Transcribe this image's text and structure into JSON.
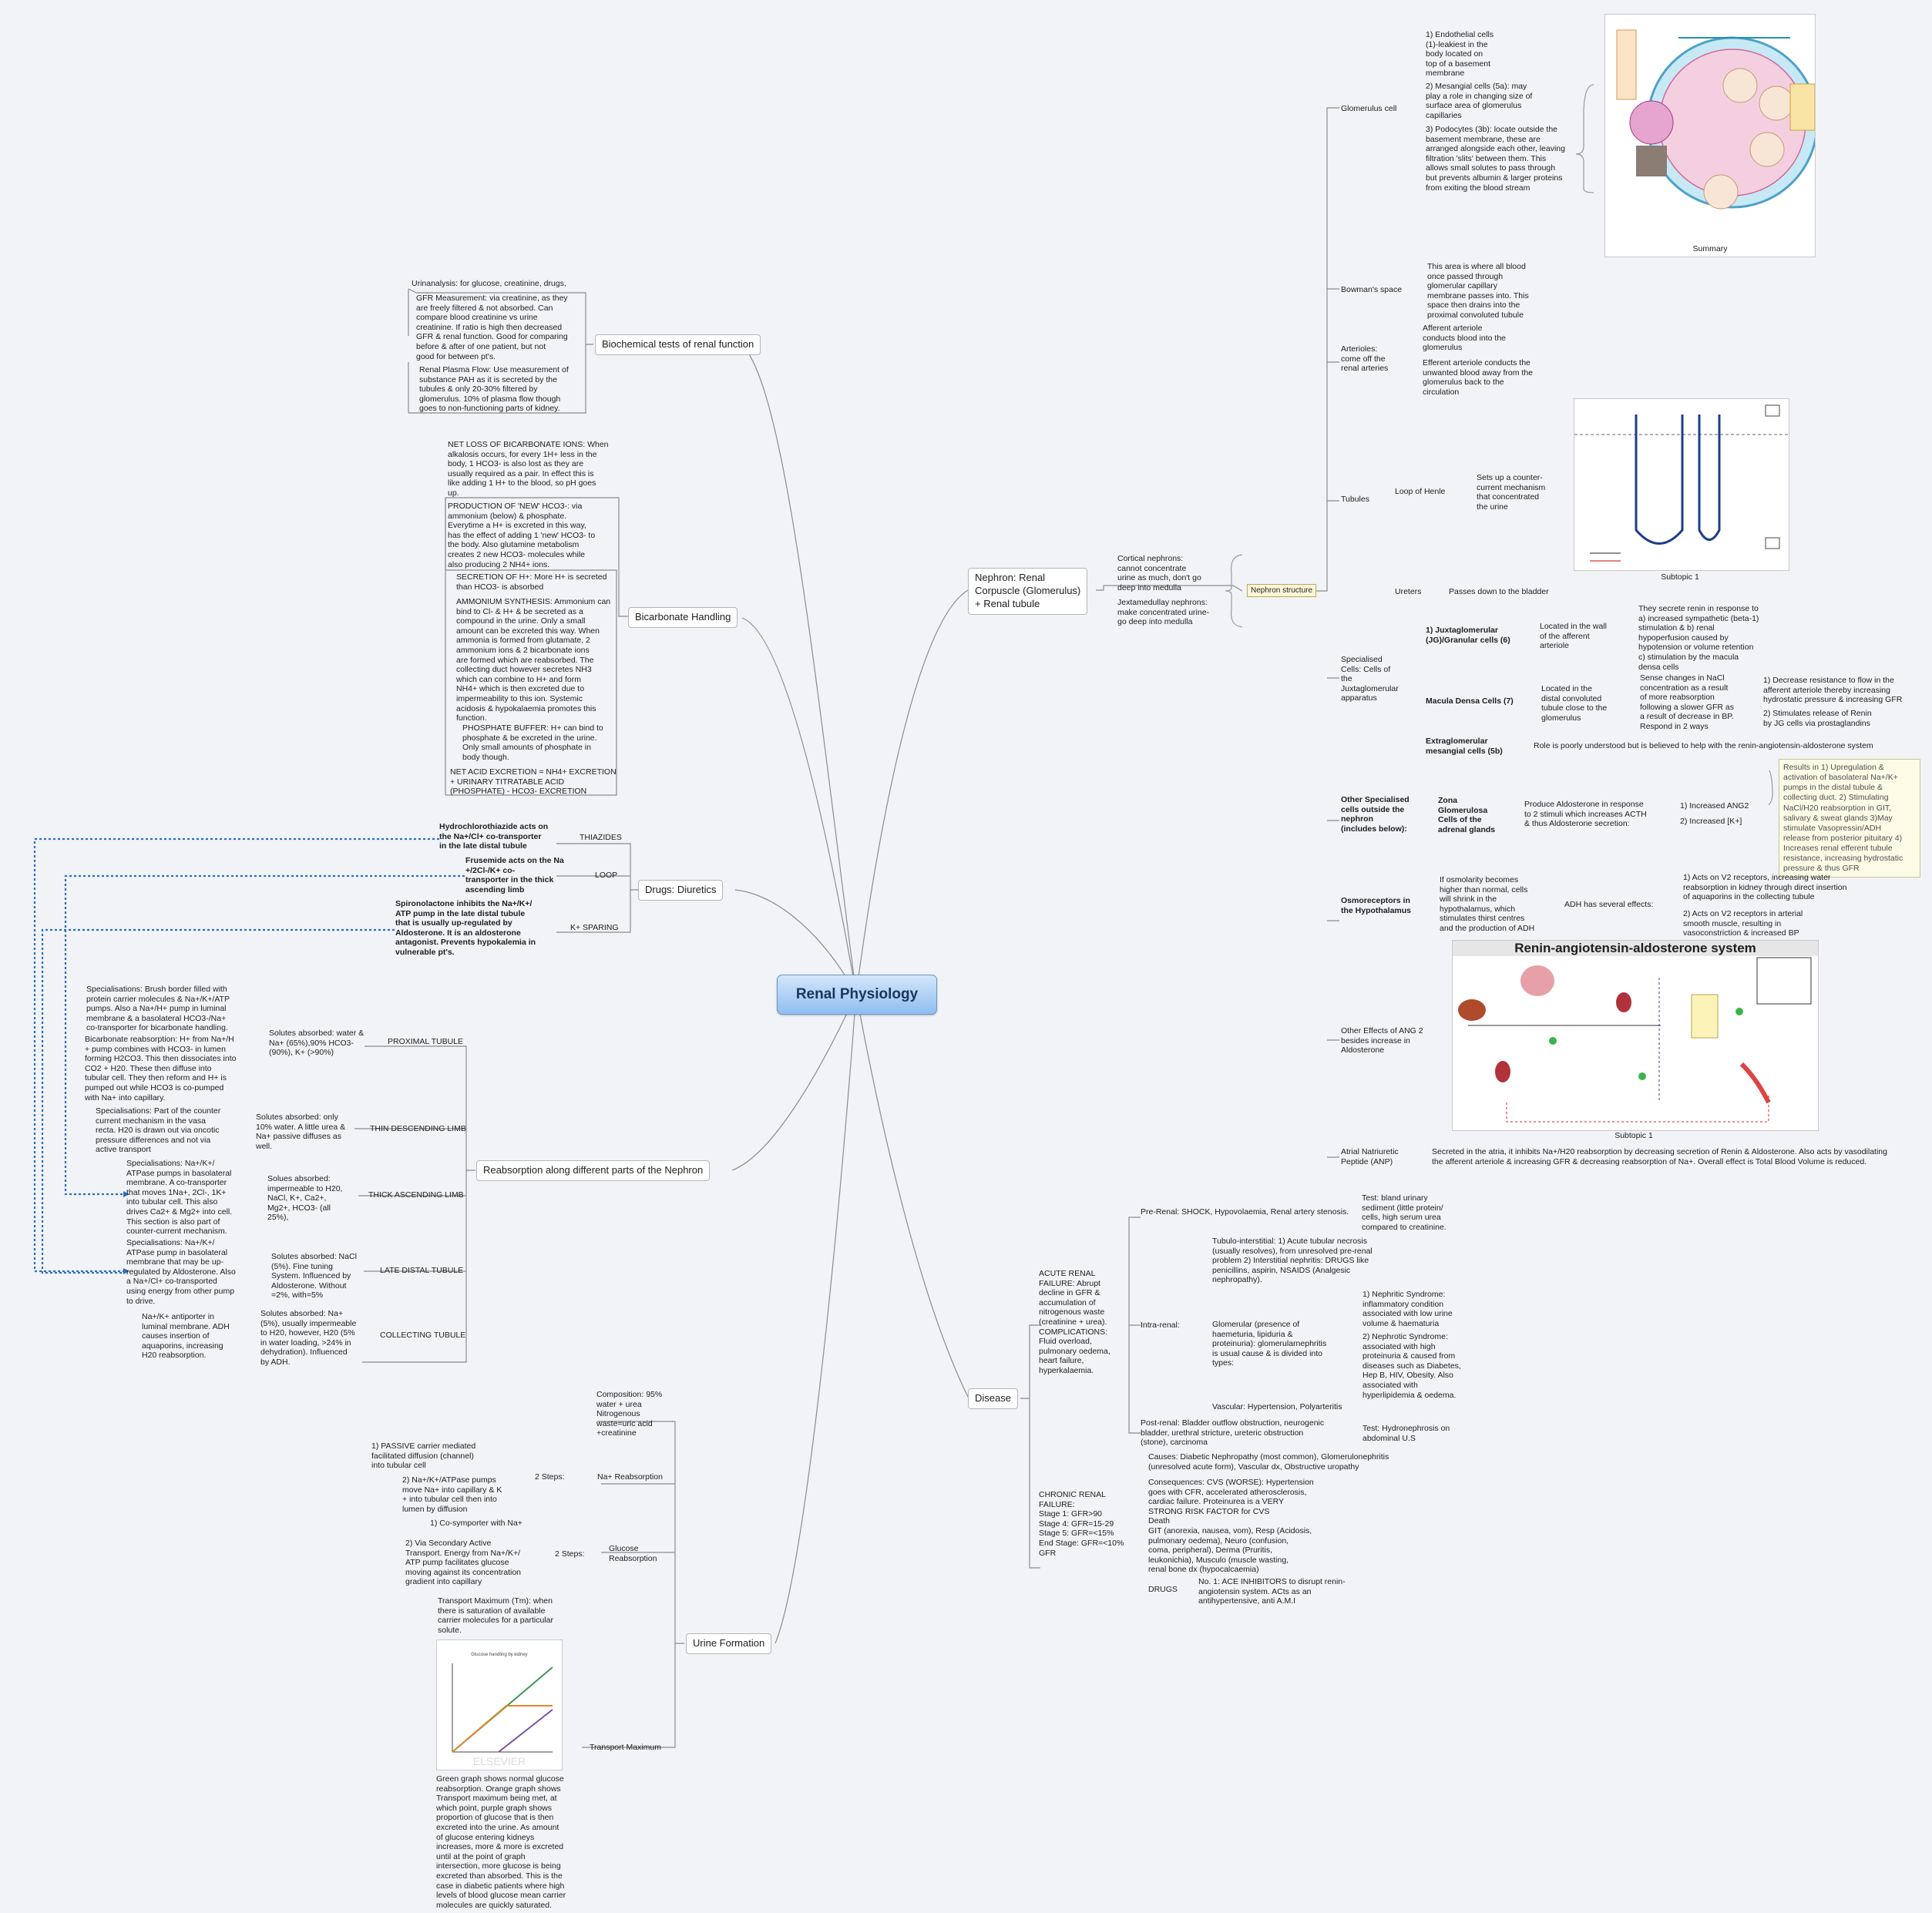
{
  "root": "Renal Physiology",
  "branches": {
    "biochem": "Biochemical tests of renal function",
    "bicarb": "Bicarbonate Handling",
    "diuretics": "Drugs: Diuretics",
    "reabs": "Reabsorption along different parts of the Nephron",
    "urine": "Urine Formation",
    "nephron": "Nephron: Renal\nCorpuscle (Glomerulus)\n+ Renal tubule",
    "disease": "Disease"
  },
  "biochem": {
    "urinalysis": "Urinanalysis: for glucose, creatinine, drugs,",
    "gfr": "GFR Measurement: via creatinine, as they\nare freely filtered & not absorbed. Can\ncompare blood creatinine vs urine\ncreatinine. If ratio is high then decreased\nGFR & renal function. Good for comparing\nbefore & after of one patient, but not\ngood for between pt's.",
    "rpf": "Renal Plasma Flow: Use measurement of\nsubstance PAH as it is secreted by the\ntubules & only 20-30% filtered by\nglomerulus. 10% of plasma flow though\ngoes to non-functioning parts of kidney."
  },
  "bicarb": {
    "loss": "NET LOSS OF BICARBONATE IONS: When\nalkalosis occurs, for every 1H+ less in the\nbody, 1 HCO3- is also lost as they are\nusually required as a pair. In effect this is\nlike adding 1 H+ to the blood, so pH goes\nup.",
    "prod": "PRODUCTION OF 'NEW' HCO3-: via\nammonium (below) & phosphate.\nEverytime a H+ is excreted in this way,\nhas the effect of adding 1 'new' HCO3- to\nthe body. Also glutamine metabolism\ncreates 2 new HCO3- molecules while\nalso producing 2 NH4+ ions.",
    "secr": "SECRETION OF H+: More H+ is secreted\nthan HCO3- is absorbed",
    "ammon": "AMMONIUM SYNTHESIS: Ammonium can\nbind to Cl- & H+ & be secreted as a\ncompound in the urine. Only a small\namount can be excreted this way. When\nammonia is formed from glutamate, 2\nammonium ions & 2 bicarbonate ions\nare formed which are reabsorbed. The\ncollecting duct however secretes NH3\nwhich can combine to H+ and form\nNH4+ which is then excreted due to\nimpermeability to this ion. Systemic\nacidosis & hypokalaemia promotes this\nfunction.",
    "phos": "PHOSPHATE BUFFER: H+ can bind to\nphosphate & be excreted in the urine.\nOnly small amounts of phosphate in\nbody though.",
    "net": "NET ACID EXCRETION = NH4+ EXCRETION\n+ URINARY TITRATABLE ACID\n(PHOSPHATE) - HCO3- EXCRETION"
  },
  "diuretics": {
    "thiazides": "THIAZIDES",
    "thiazides_d": "Hydrochlorothiazide acts on\nthe Na+/Cl+ co-transporter\nin the late distal tubule",
    "loop": "LOOP",
    "loop_d": "Frusemide acts on the Na\n+/2Cl-/K+ co-\ntransporter in the thick\nascending limb",
    "ksp": "K+ SPARING",
    "ksp_d": "Spironolactone inhibits the Na+/K+/\nATP pump in the late distal tubule\nthat is usually up-regulated by\nAldosterone. It is an aldosterone\nantagonist. Prevents hypokalemia in\nvulnerable pt's."
  },
  "reabs": {
    "pt": "PROXIMAL TUBULE",
    "pt_s": "Solutes absorbed: water &\nNa+ (65%),90% HCO3-\n(90%), K+ (>90%)",
    "pt_1": "Specialisations: Brush border filled with\nprotein carrier molecules & Na+/K+/ATP\npumps. Also a Na+/H+ pump in luminal\nmembrane & a basolateral HCO3-/Na+\nco-transporter for bicarbonate handling.",
    "pt_2": "Bicarbonate reabsorption: H+ from Na+/H\n+ pump combines with HCO3- in lumen\nforming H2CO3. This then dissociates into\nCO2 + H20. These then diffuse into\ntubular cell. They then reform and H+ is\npumped out while HCO3 is co-pumped\nwith Na+ into capillary.",
    "tdl": "THIN DESCENDING LIMB",
    "tdl_s": "Solutes absorbed: only\n10% water. A little urea &\nNa+ passive diffuses as\nwell.",
    "tdl_1": "Specialisations: Part of the counter\ncurrent mechanism in the vasa\nrecta. H20 is drawn out via oncotic\npressure differences and not via\nactive transport",
    "tal": "THICK ASCENDING LIMB",
    "tal_s": "Solues absorbed:\nimpermeable to H20,\nNaCl, K+, Ca2+,\nMg2+, HCO3- (all\n25%),",
    "tal_1": "Specialisations: Na+/K+/\nATPase pumps in basolateral\nmembrane. A co-transporter\nthat moves 1Na+, 2Cl-, 1K+\ninto tubular cell. This also\ndrives Ca2+ & Mg2+ into cell.\nThis section is also part of\ncounter-current mechanism.",
    "ldt": "LATE DISTAL TUBULE",
    "ldt_s": "Solutes absorbed: NaCl\n(5%). Fine tuning\nSystem. Influenced by\nAldosterone. Without\n=2%, with=5%",
    "ldt_1": "Specialisations: Na+/K+/\nATPase pump in basolateral\nmembrane that may be up-\nregulated by Aldosterone. Also\na Na+/Cl+ co-transported\nusing energy from other pump\nto drive.",
    "cd": "COLLECTING TUBULE",
    "cd_s": "Solutes absorbed: Na+\n(5%), usually impermeable\nto H20, however, H20 (5%\nin water loading, >24% in\ndehydration). Influenced\nby ADH.",
    "cd_1": "Na+/K+ antiporter in\nluminal membrane. ADH\ncauses insertion of\naquaporins, increasing\nH20 reabsorption."
  },
  "urine": {
    "comp": "Composition: 95%\nwater + urea\nNitrogenous\nwaste=uric acid\n+creatinine",
    "na": "Na+ Reabsorption",
    "steps": "2 Steps:",
    "na_1": "1) PASSIVE carrier mediated\nfacilitated diffusion (channel)\ninto tubular cell",
    "na_2": "2) Na+/K+/ATPase pumps\nmove Na+ into capillary & K\n+ into tubular cell then into\nlumen by diffusion",
    "glu": "Glucose\nReabsorption",
    "glu_1": "1) Co-symporter with Na+",
    "glu_2": "2) Via Secondary Active\nTransport. Energy from Na+/K+/\nATP pump facilitates glucose\nmoving against its concentration\ngradient into capillary",
    "tm": "Transport Maximum",
    "tm_1": "Transport Maximum (Tm): when\nthere is saturation of available\ncarrier molecules for a particular\nsolute.",
    "tm_2": "Green graph shows normal glucose\nreabsorption. Orange graph shows\nTransport maximum being met, at\nwhich point, purple graph shows\nproportion of glucose that is then\nexcreted into the urine. As amount\nof glucose entering kidneys\nincreases, more & more is excreted\nuntil at the point of graph\nintersection, more glucose is being\nexcreted than absorbed. This is the\ncase in diabetic patients where high\nlevels of blood glucose mean carrier\nmolecules are quickly saturated.",
    "graph_title": "Glucose handling by kidney",
    "graph_watermark": "ELSEVIER"
  },
  "nephron": {
    "cortical": "Cortical nephrons:\ncannot concentrate\nurine as much, don't go\ndeep into medulla",
    "juxta": "Jextamedullay nephrons:\nmake concentrated urine-\ngo deep into medulla",
    "structure": "Nephron structure",
    "glom_cell": "Glomerulus cell",
    "glom_1": "1) Endothelial cells\n(1)-leakiest in the\nbody located on\ntop of a basement\nmembrane",
    "glom_2": "2) Mesangial cells (5a): may\nplay a role in changing size of\nsurface area of glomerulus\ncapillaries",
    "glom_3": "3) Podocytes (3b): locate outside the\nbasement membrane, these are\narranged alongside each other, leaving\nfiltration 'slits' between them. This\nallows small solutes to pass through\nbut prevents albumin & larger proteins\nfrom exiting the blood stream",
    "summary": "Summary",
    "bowman": "Bowman's space",
    "bowman_1": "This area is where all blood\nonce passed through\nglomerular capillary\nmembrane passes into. This\nspace then drains into the\nproximal convoluted tubule",
    "arterioles": "Arterioles:\ncome off the\nrenal arteries",
    "aff": "Afferent arteriole\nconducts blood into the\nglomerulus",
    "eff": "Efferent arteriole conducts the\nunwanted blood away from the\nglomerulus back to the\ncirculation",
    "tubules": "Tubules",
    "loop": "Loop of Henle",
    "loop_1": "Sets up a counter-\ncurrent mechanism\nthat concentrated\nthe urine",
    "subtopic": "Subtopic 1",
    "ureters": "Ureters",
    "ureters_1": "Passes down to the bladder",
    "jga": "Specialised\nCells: Cells of\nthe\nJuxtaglomerular\napparatus",
    "jg": "1) Juxtaglomerular\n(JG)/Granular cells (6)",
    "jg_1": "Located in the wall\nof the afferent\narteriole",
    "jg_2": "They secrete renin in response to\na) increased sympathetic (beta-1)\nstimulation & b) renal\nhypoperfusion caused by\nhypotension or volume retention\nc) stimulation by the macula\ndensa cells",
    "md": "Macula Densa Cells (7)",
    "md_1": "Located in the\ndistal convoluted\ntubule close to the\nglomerulus",
    "md_2": "Sense changes in NaCl\nconcentration as a result\nof more reabsorption\nfollowing a slower GFR as\na result of decrease in BP.\nRespond in 2 ways",
    "md_3": "1) Decrease resistance to flow in the\nafferent arteriole thereby increasing\nhydrostatic pressure & increasing GFR",
    "md_4": "2) Stimulates release of Renin\nby JG cells via prostaglandins",
    "ext": "Extraglomerular\nmesangial cells (5b)",
    "ext_1": "Role is poorly understood but is believed to help with the renin-angiotensin-aldosterone system",
    "other": "Other Specialised\ncells outside the\nnephron\n(includes below):",
    "zona": "Zona\nGlomerulosa\nCells of the\nadrenal glands",
    "zona_1": "Produce Aldosterone in response\nto 2 stimuli which increases ACTH\n& thus Aldosterone secretion:",
    "zona_2": "1) Increased ANG2",
    "zona_3": "2) Increased [K+]",
    "zona_note": "Results in 1) Upregulation &\nactivation of basolateral Na+/K+\npumps in the distal tubule &\ncollecting duct.  2) Stimulating\nNaCl/H20 reabsorption in GIT,\nsalivary & sweat glands  3)May\nstimulate Vasopressin/ADH\nrelease from posterior pituitary 4)\nIncreases renal efferent tubule\nresistance, increasing hydrostatic\npressure & thus GFR",
    "osmo": "Osmoreceptors in\nthe Hypothalamus",
    "osmo_1": "If osmolarity becomes\nhigher than normal, cells\nwill shrink in the\nhypothalamus, which\nstimulates thirst centres\nand the production of ADH",
    "osmo_2": "ADH has several effects:",
    "osmo_3": "1) Acts on V2 receptors, increasing water\nreabsorption in kidney through direct insertion\nof aquaporins in the collecting tubule",
    "osmo_4": "2) Acts on V2 receptors in arterial\nsmooth muscle, resulting in\nvasoconstriction & increased BP",
    "raas_title": "Renin-angiotensin-aldosterone system",
    "ang2": "Other Effects of ANG 2\nbesides increase in\nAldosterone",
    "anp": "Atrial Natriuretic\nPeptide (ANP)",
    "anp_1": "Secreted in the atria, it inhibits Na+/H20 reabsorption by decreasing secretion of Renin & Aldosterone. Also acts by vasodilating\nthe afferent arteriole & increasing GFR & decreasing reabsorption of Na+. Overall effect is Total Blood Volume is reduced."
  },
  "disease": {
    "arf": "ACUTE RENAL\nFAILURE: Abrupt\ndecline in GFR &\naccumulation of\nnitrogenous waste\n(creatinine + urea).\nCOMPLICATIONS:\nFluid overload,\npulmonary oedema,\nheart failure,\nhyperkalaemia.",
    "pre": "Pre-Renal: SHOCK, Hypovolaemia, Renal artery stenosis.",
    "pre_t": "Test: bland urinary\nsediment (little protein/\ncells, high serum urea\ncompared to creatinine.",
    "intra": "Intra-renal:",
    "tubulo": "Tubulo-interstitial: 1) Acute tubular necrosis\n(usually resolves), from unresolved pre-renal\nproblem  2) Interstitial nephritis: DRUGS like\npenicillins, aspirin, NSAIDS (Analgesic\nnephropathy).",
    "glomer": "Glomerular (presence of\nhaemeturia, lipiduria &\nproteinuria): glomerularnephritis\nis usual cause & is divided into\ntypes:",
    "nephritic": "1) Nephritic Syndrome:\ninflammatory condition\nassociated with low urine\nvolume & haematuria",
    "nephrotic": "2) Nephrotic Syndrome:\nassociated with high\nproteinuria & caused from\ndiseases such as Diabetes,\nHep B, HIV, Obesity. Also\nassociated with\nhyperlipidemia & oedema.",
    "vasc": "Vascular: Hypertension, Polyarteritis",
    "post": "Post-renal: Bladder outflow obstruction, neurogenic\nbladder, urethral stricture, ureteric obstruction\n(stone), carcinoma",
    "post_t": "Test: Hydronephrosis on\nabdominal U.S",
    "crf": "CHRONIC RENAL\nFAILURE:\nStage 1: GFR>90\nStage 4: GFR=15-29\nStage 5: GFR=<15%\nEnd Stage: GFR=<10%\nGFR",
    "causes": "Causes: Diabetic Nephropathy (most common), Glomerulonephritis\n(unresolved acute form), Vascular dx, Obstructive uropathy",
    "conseq": "Consequences: CVS (WORSE): Hypertension\ngoes with CFR, accelerated atherosclerosis,\ncardiac failure. Proteinurea is a VERY\nSTRONG RISK FACTOR for CVS\nDeath\nGIT (anorexia, nausea, vom), Resp (Acidosis,\npulmonary oedema), Neuro (confusion,\ncoma, peripheral), Derma (Pruritis,\nleukonichia), Musculo (muscle wasting,\nrenal bone dx (hypocalcaemia)",
    "drugs": "DRUGS",
    "drugs_1": "No. 1: ACE INHIBITORS to disrupt renin-\nangiotensin system. ACts as an\nantihypertensive, anti A.M.I"
  }
}
